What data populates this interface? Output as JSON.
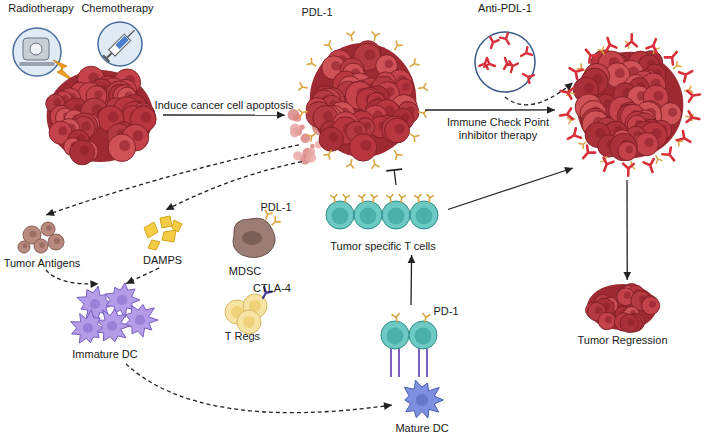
{
  "diagram": {
    "nodes": [
      {
        "text": [
          "Radiotherapy"
        ]
      },
      {
        "text": [
          "Chemotherapy"
        ]
      },
      {
        "text": []
      },
      {
        "text": [
          "PDL-1"
        ]
      },
      {
        "text": [
          "Anti-PDL-1"
        ]
      },
      {
        "text": []
      },
      {
        "text": [
          "Tumor Antigens"
        ]
      },
      {
        "text": [
          "DAMPS"
        ]
      },
      {
        "text": [
          "PDL-1",
          "MDSC"
        ]
      },
      {
        "text": [
          "CTLA-4",
          "T Regs"
        ]
      },
      {
        "text": [
          "Tumor specific T cells"
        ]
      },
      {
        "text": [
          "Immature DC"
        ]
      },
      {
        "text": [
          "PD-1"
        ]
      },
      {
        "text": [
          "Mature DC"
        ]
      },
      {
        "text": [
          "Tumor Regression"
        ]
      }
    ],
    "edges": [
      {
        "from": 2,
        "to": 3,
        "label": "Induce cancer cell apoptosis",
        "arrow": "to"
      },
      {
        "from": 3,
        "to": 5,
        "label": "Immune Check Point inhibitor therapy",
        "arrow": "to"
      },
      {
        "from": 4,
        "to": 5,
        "arrow": "to"
      },
      {
        "from": 5,
        "to": 14,
        "arrow": "to"
      },
      {
        "from": 3,
        "to": 6,
        "arrow": "to"
      },
      {
        "from": 3,
        "to": 7,
        "arrow": "to"
      },
      {
        "from": 6,
        "to": 11,
        "arrow": "to"
      },
      {
        "from": 7,
        "to": 11,
        "arrow": "to"
      },
      {
        "from": 11,
        "to": 13,
        "arrow": "to"
      },
      {
        "from": 12,
        "to": 10,
        "arrow": "to"
      },
      {
        "from": 10,
        "to": 3,
        "arrow": "to"
      },
      {
        "from": 10,
        "to": 5,
        "arrow": "to"
      }
    ]
  }
}
